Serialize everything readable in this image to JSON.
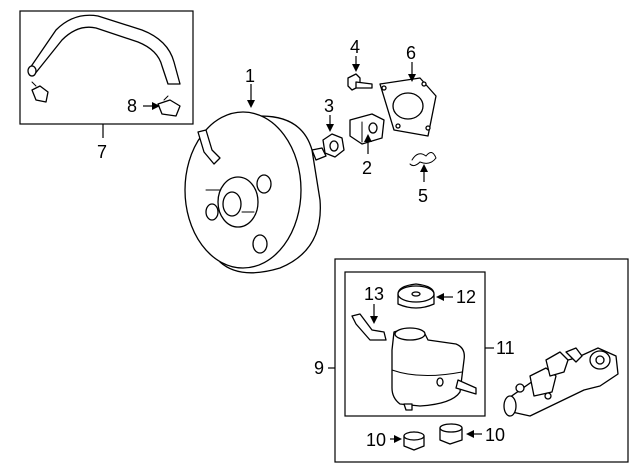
{
  "callouts": [
    {
      "id": "1",
      "text": "1"
    },
    {
      "id": "2",
      "text": "2"
    },
    {
      "id": "3",
      "text": "3"
    },
    {
      "id": "4",
      "text": "4"
    },
    {
      "id": "5",
      "text": "5"
    },
    {
      "id": "6",
      "text": "6"
    },
    {
      "id": "7",
      "text": "7"
    },
    {
      "id": "8",
      "text": "8"
    },
    {
      "id": "9",
      "text": "9"
    },
    {
      "id": "10a",
      "text": "10"
    },
    {
      "id": "10b",
      "text": "10"
    },
    {
      "id": "11",
      "text": "11"
    },
    {
      "id": "12",
      "text": "12"
    },
    {
      "id": "13",
      "text": "13"
    }
  ]
}
